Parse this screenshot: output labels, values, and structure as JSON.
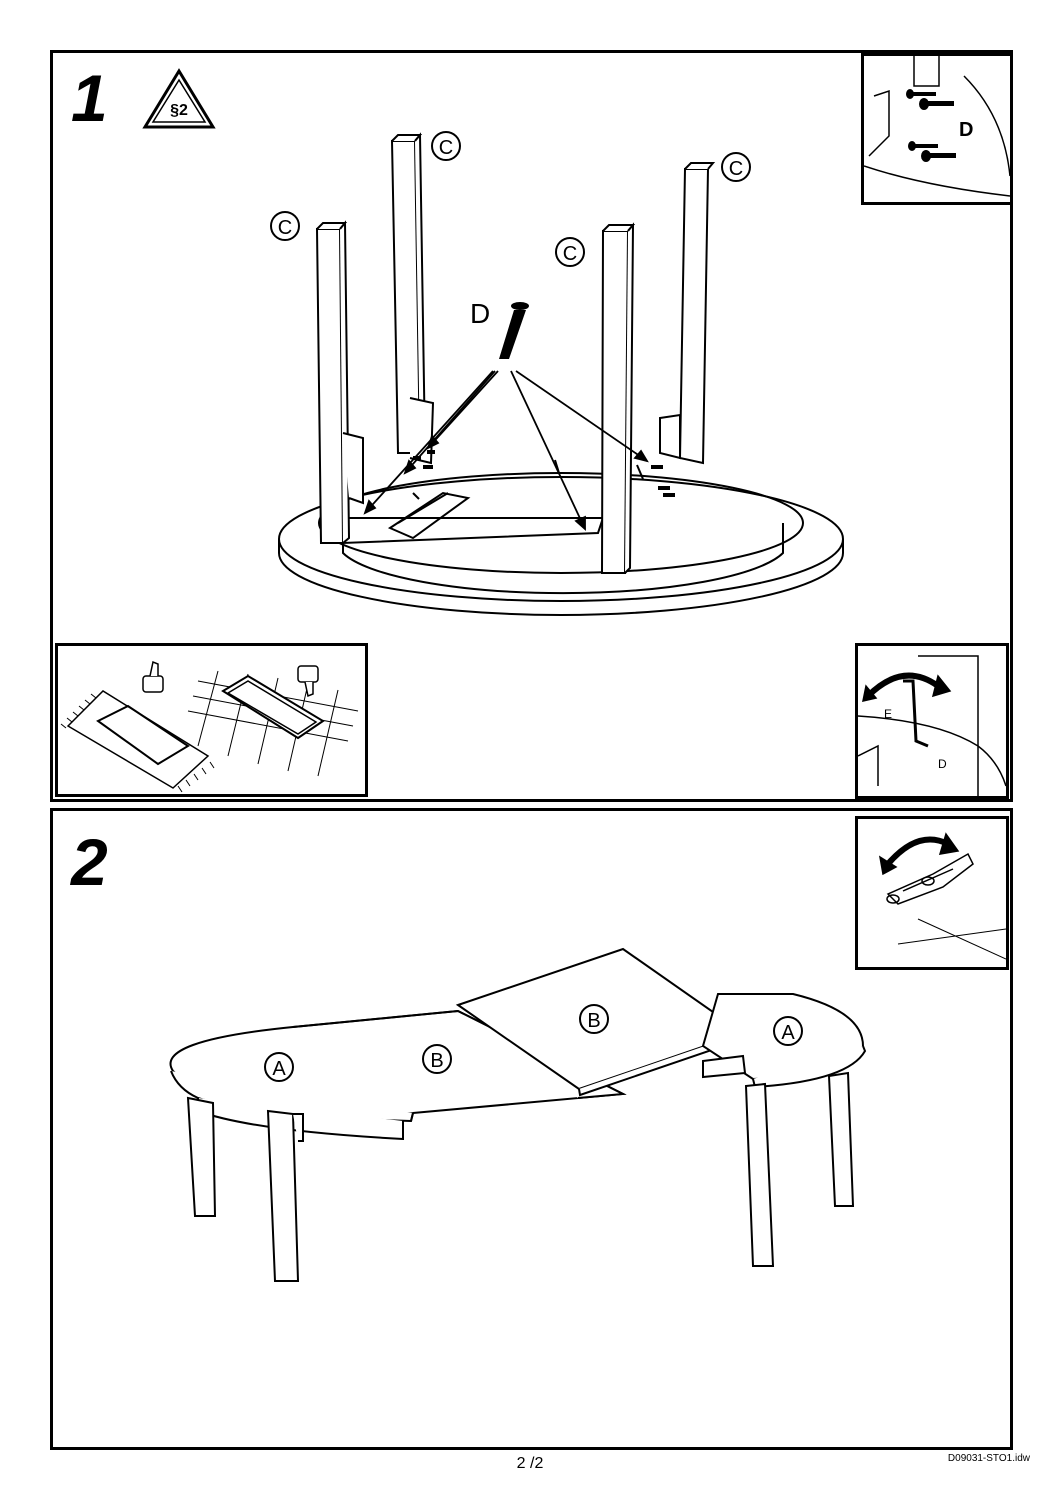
{
  "step1": {
    "number": "1",
    "warning_symbol": "§2",
    "part_legs": "C",
    "part_screw": "D",
    "inset_top": {
      "label": "D"
    },
    "inset_bottom_right": {
      "label_e": "E",
      "label_d": "D"
    },
    "inset_bottom_left": {
      "icons": [
        "thumbs-up-icon",
        "thumbs-down-icon"
      ]
    }
  },
  "step2": {
    "number": "2",
    "part_end": "A",
    "part_leaf": "B"
  },
  "footer": {
    "page": "2 /2",
    "code": "D09031-STO1.idw"
  },
  "colors": {
    "ink": "#000000",
    "paper": "#ffffff"
  }
}
